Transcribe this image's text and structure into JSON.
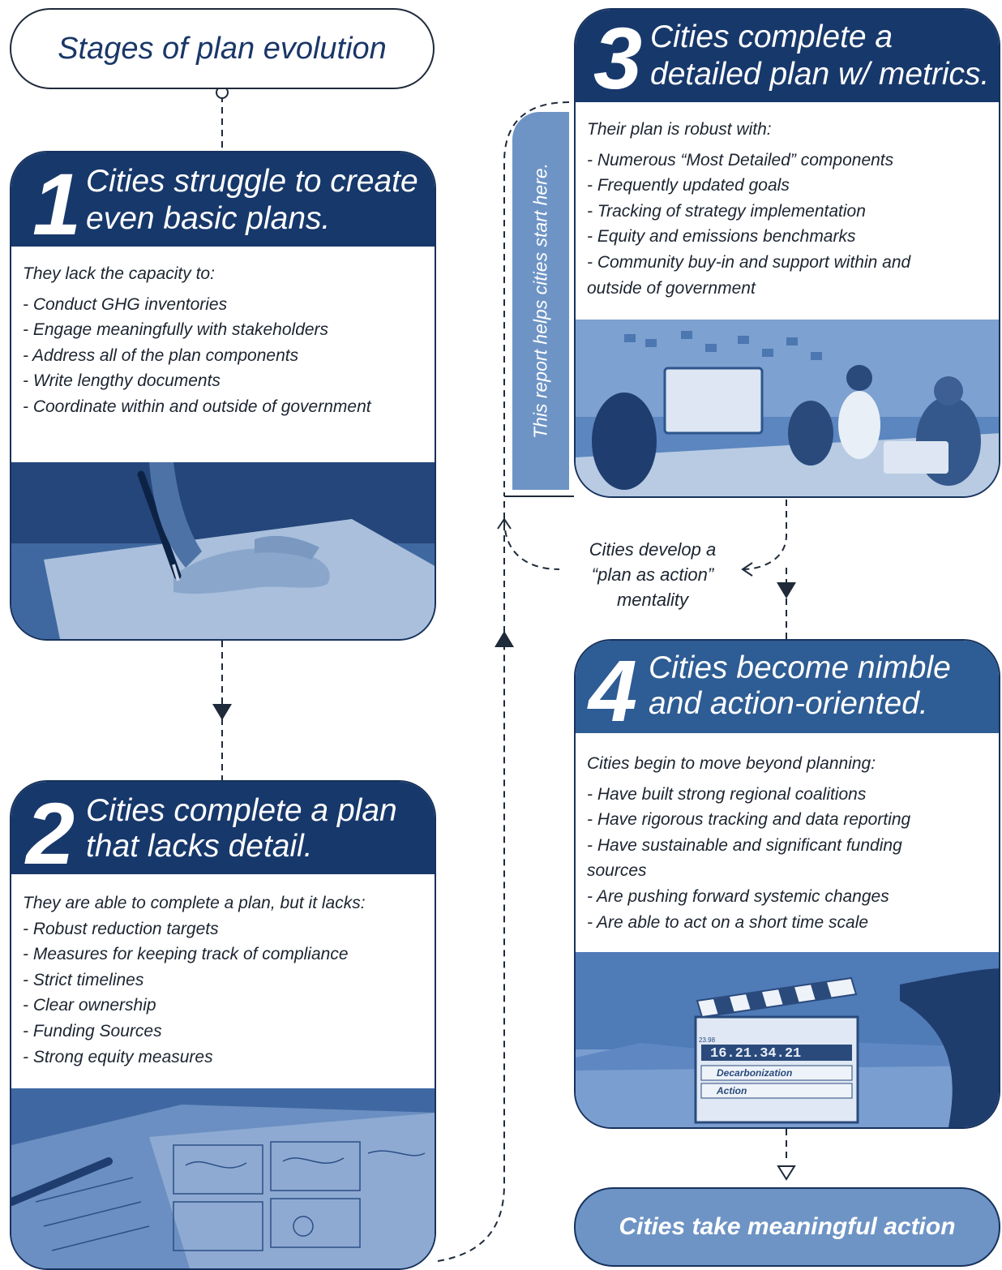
{
  "title": "Stages of plan evolution",
  "stages": [
    {
      "number": "1",
      "title_line1": "Cities struggle to create",
      "title_line2": "even basic plans.",
      "intro": "They lack the capacity to:",
      "items": [
        "- Conduct GHG inventories",
        "- Engage meaningfully with stakeholders",
        "- Address all of the plan components",
        "- Write lengthy documents",
        "- Coordinate within and outside of government"
      ]
    },
    {
      "number": "2",
      "title_line1": "Cities complete a plan",
      "title_line2": "that lacks detail.",
      "intro": "They are able to complete a plan, but it lacks:",
      "items": [
        "- Robust reduction targets",
        "- Measures for keeping track of compliance",
        "- Strict timelines",
        "- Clear ownership",
        "- Funding Sources",
        "- Strong equity measures"
      ]
    },
    {
      "number": "3",
      "title_line1": "Cities complete a",
      "title_line2": "detailed plan w/ metrics.",
      "intro": "Their plan is robust with:",
      "items": [
        "- Numerous “Most Detailed” components",
        "- Frequently updated goals",
        "- Tracking of strategy implementation",
        "- Equity and emissions benchmarks",
        "- Community buy-in and support within and",
        "outside of government"
      ]
    },
    {
      "number": "4",
      "title_line1": "Cities become nimble",
      "title_line2": "and action-oriented.",
      "intro": "Cities begin to move beyond planning:",
      "items": [
        "- Have built strong regional coalitions",
        "- Have rigorous tracking and data reporting",
        "- Have sustainable and significant funding",
        "sources",
        "- Are pushing forward systemic changes",
        "- Are able to act on a short time scale"
      ]
    }
  ],
  "report_banner": "This report helps cities start here.",
  "loop_label": [
    "Cities develop a",
    "“plan as action”",
    "mentality"
  ],
  "clapper_text": {
    "row1": "Decarbonization",
    "row2": "Action",
    "timecode": "16.21.34.21",
    "fps": "23.98"
  },
  "final": "Cities take meaningful action",
  "colors": {
    "navy": "#17386b",
    "steel": "#2e5c94",
    "light_blue": "#6e94c5",
    "line": "#1f2a3a"
  }
}
